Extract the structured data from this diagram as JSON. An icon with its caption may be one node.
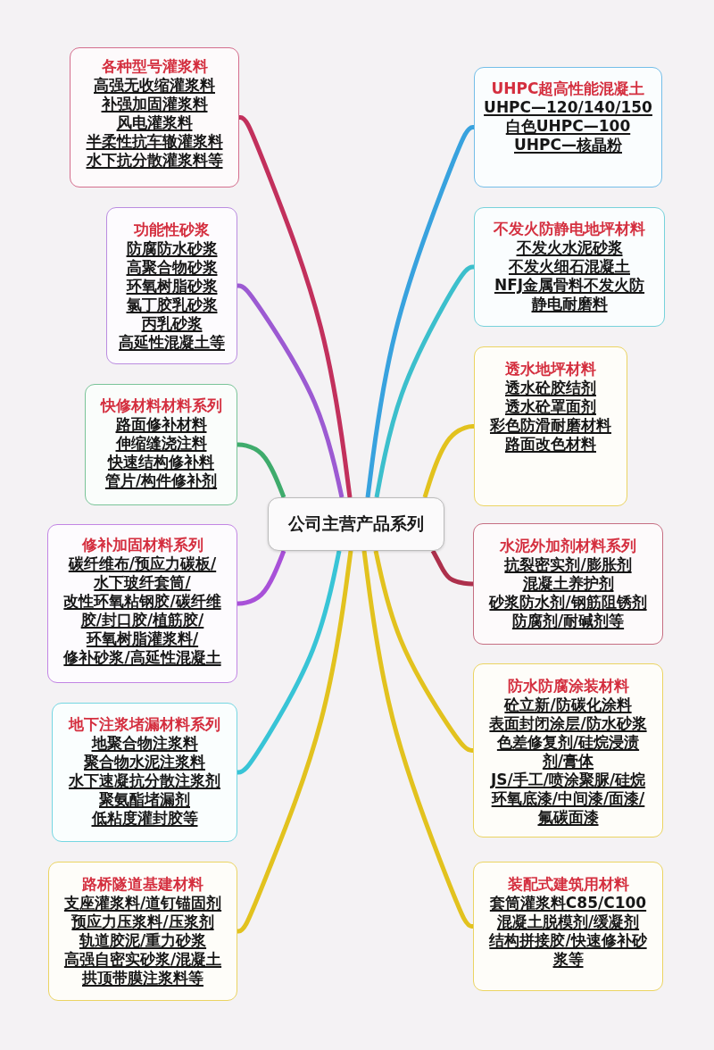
{
  "diagram": {
    "nodes": [
      {
        "text": [
          "公司主营产品系列"
        ]
      },
      {
        "text": [
          "各种型号灌浆料",
          "高强无收缩灌浆料",
          "补强加固灌浆料",
          "风电灌浆料",
          "半柔性抗车辙灌浆料",
          "水下抗分散灌浆料等"
        ]
      },
      {
        "text": [
          "功能性砂浆",
          "防腐防水砂浆",
          "高聚合物砂浆",
          "环氧树脂砂浆",
          "氯丁胶乳砂浆",
          "丙乳砂浆",
          "高延性混凝土等"
        ]
      },
      {
        "text": [
          "快修材料材料系列",
          "路面修补材料",
          "伸缩缝浇注料",
          "快速结构修补料",
          "管片/构件修补剂"
        ]
      },
      {
        "text": [
          "修补加固材料系列",
          "碳纤维布/预应力碳板/",
          "水下玻纤套筒/",
          "改性环氧粘钢胶/碳纤维胶/封口胶/植筋胶/",
          "环氧树脂灌浆料/",
          "修补砂浆/高延性混凝土"
        ]
      },
      {
        "text": [
          "地下注浆堵漏材料系列",
          "地聚合物注浆料",
          "聚合物水泥注浆料",
          "水下速凝抗分散注浆剂",
          "聚氨酯堵漏剂",
          "低粘度灌封胶等"
        ]
      },
      {
        "text": [
          "路桥隧道基建材料",
          "支座灌浆料/道钉锚固剂",
          "预应力压浆料/压浆剂",
          "轨道胶泥/重力砂浆",
          "高强自密实砂浆/混凝土",
          "拱顶带膜注浆料等"
        ]
      },
      {
        "text": [
          "UHPC超高性能混凝土",
          "UHPC—120/140/150",
          "白色UHPC—100",
          "UHPC—核晶粉"
        ]
      },
      {
        "text": [
          "不发火防静电地坪材料",
          "不发火水泥砂浆",
          "不发火细石混凝土",
          "NFJ金属骨料不发火防静电耐磨料"
        ]
      },
      {
        "text": [
          "透水地坪材料",
          "透水砼胶结剂",
          "透水砼罩面剂",
          "彩色防滑耐磨材料",
          "路面改色材料"
        ]
      },
      {
        "text": [
          "水泥外加剂材料系列",
          "抗裂密实剂/膨胀剂",
          "混凝土养护剂",
          "砂浆防水剂/钢筋阻锈剂",
          "防腐剂/耐碱剂等"
        ]
      },
      {
        "text": [
          "防水防腐涂装材料",
          "砼立新/防碳化涂料",
          "表面封闭涂层/防水砂浆",
          "色差修复剂/硅烷浸渍剂/膏体",
          "JS/手工/喷涂聚脲/硅烷",
          "环氧底漆/中间漆/面漆/氟碳面漆"
        ]
      },
      {
        "text": [
          "装配式建筑用材料",
          "套筒灌浆料C85/C100",
          "混凝土脱模剂/缓凝剂",
          "结构拼接胶/快速修补砂浆等"
        ]
      }
    ],
    "edges": [
      {
        "from": 0,
        "to": 1,
        "arrow": "none",
        "color": "#c2305c"
      },
      {
        "from": 0,
        "to": 2,
        "arrow": "none",
        "color": "#9c5ad2"
      },
      {
        "from": 0,
        "to": 3,
        "arrow": "none",
        "color": "#3fab6c"
      },
      {
        "from": 0,
        "to": 4,
        "arrow": "none",
        "color": "#a851d8"
      },
      {
        "from": 0,
        "to": 5,
        "arrow": "none",
        "color": "#38c4d6"
      },
      {
        "from": 0,
        "to": 6,
        "arrow": "none",
        "color": "#e2c21e"
      },
      {
        "from": 0,
        "to": 7,
        "arrow": "none",
        "color": "#38a2de"
      },
      {
        "from": 0,
        "to": 8,
        "arrow": "none",
        "color": "#3cbfcc"
      },
      {
        "from": 0,
        "to": 9,
        "arrow": "none",
        "color": "#e2c21e"
      },
      {
        "from": 0,
        "to": 10,
        "arrow": "none",
        "color": "#ad304c"
      },
      {
        "from": 0,
        "to": 11,
        "arrow": "none",
        "color": "#e2c21e"
      },
      {
        "from": 0,
        "to": 12,
        "arrow": "none",
        "color": "#e2c21e"
      }
    ]
  }
}
